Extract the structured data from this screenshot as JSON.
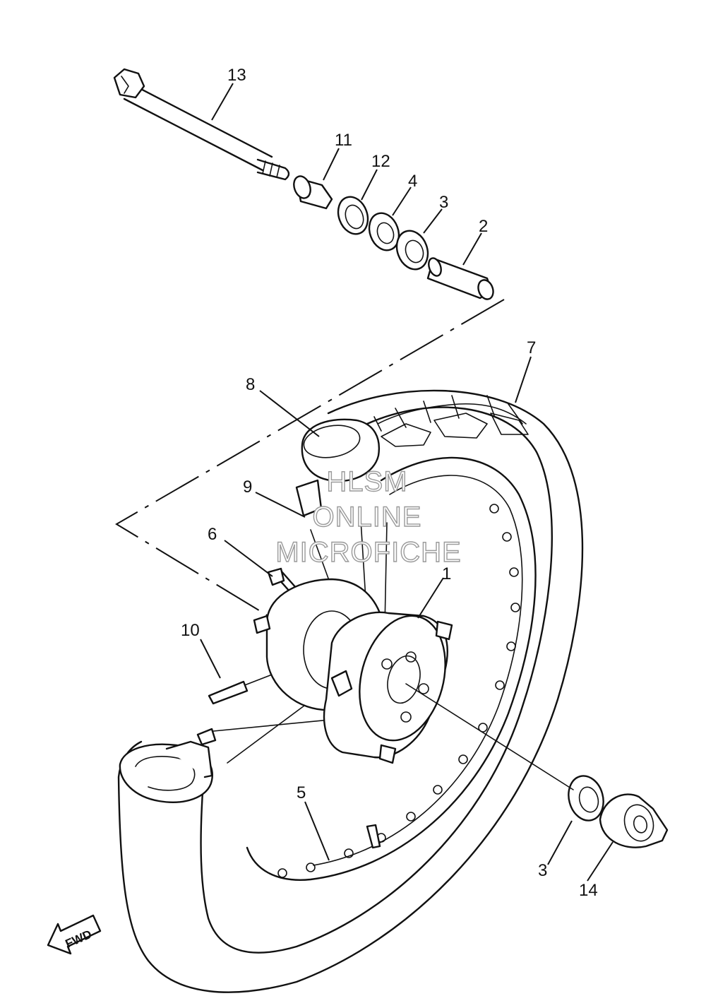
{
  "callouts": [
    "13",
    "11",
    "12",
    "4",
    "3",
    "2",
    "7",
    "8",
    "9",
    "6",
    "1",
    "10",
    "5",
    "3",
    "14"
  ],
  "watermark": [
    "HLSM",
    "ONLINE",
    "MICROFICHE"
  ],
  "direction_arrow": "FWD"
}
